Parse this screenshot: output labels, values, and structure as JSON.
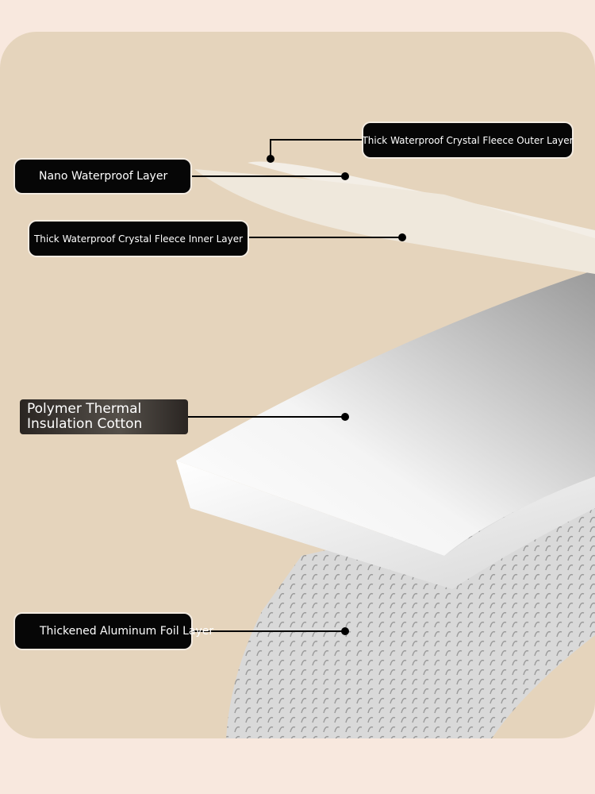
{
  "labels": {
    "outer_layer": "Thick Waterproof Crystal Fleece Outer Layer",
    "nano_layer": "Nano Waterproof Layer",
    "inner_layer": "Thick Waterproof Crystal Fleece Inner Layer",
    "insulation": "Polymer Thermal Insulation Cotton",
    "foil": "Thickened Aluminum Foil Layer"
  },
  "colors": {
    "background": "#e5d4bc",
    "label_bg": "#060606"
  }
}
